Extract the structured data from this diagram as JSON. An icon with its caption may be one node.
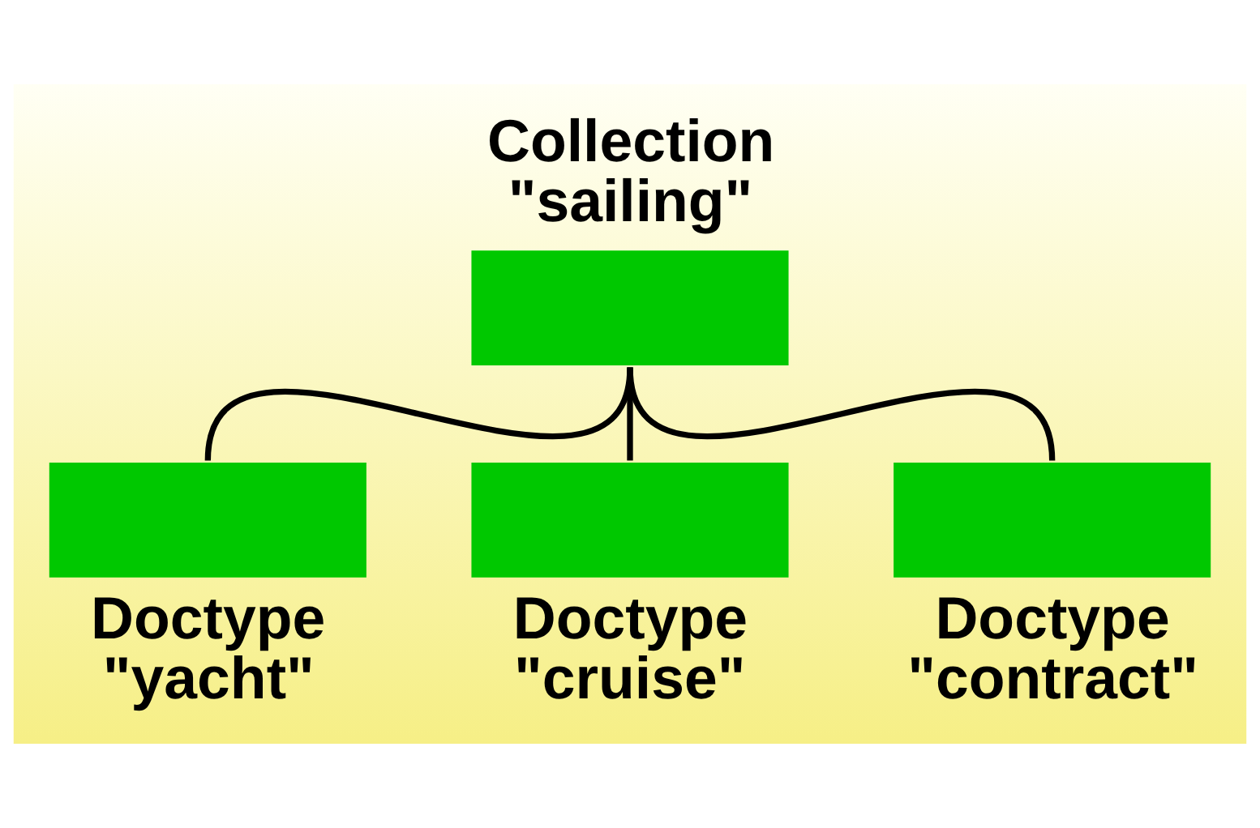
{
  "diagram": {
    "nodes": [
      {
        "text": [
          "Collection \"sailing\""
        ]
      },
      {
        "text": [
          "Doctype \"yacht\""
        ]
      },
      {
        "text": [
          "Doctype \"cruise\""
        ]
      },
      {
        "text": [
          "Doctype \"contract\""
        ]
      }
    ],
    "edges": [
      {
        "from": 0,
        "to": 1,
        "arrow": "none"
      },
      {
        "from": 0,
        "to": 2,
        "arrow": "none"
      },
      {
        "from": 0,
        "to": 3,
        "arrow": "none"
      }
    ]
  }
}
